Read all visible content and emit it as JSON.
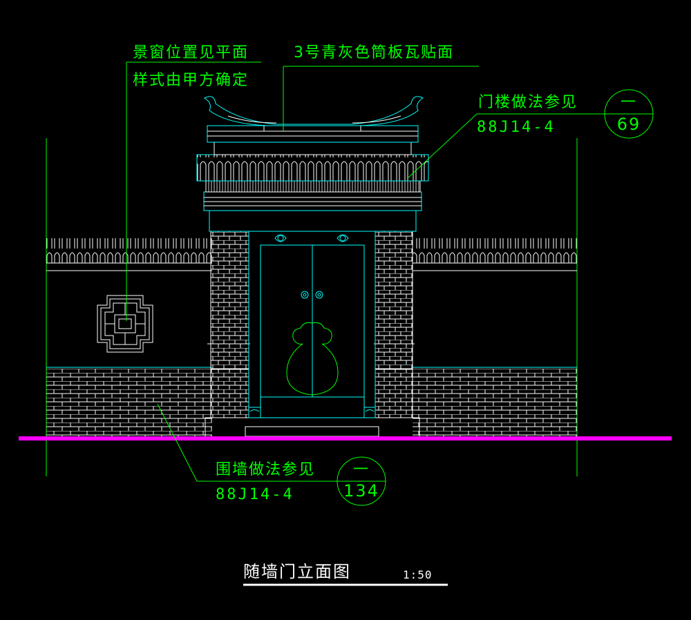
{
  "labels": {
    "window_note_1": "景窗位置见平面",
    "window_note_2": "样式由甲方确定",
    "tile_note": "3号青灰色筒板瓦贴面",
    "gate_note": "门楼做法参见",
    "gate_ref": "88J14-4",
    "gate_sheet_top": "一",
    "gate_sheet_bottom": "69",
    "wall_note": "围墙做法参见",
    "wall_ref": "88J14-4",
    "wall_sheet_top": "一",
    "wall_sheet_bottom": "134",
    "title": "随墙门立面图",
    "scale": "1:50"
  },
  "colors": {
    "background": "#000000",
    "cyan": "#00ffff",
    "white": "#ffffff",
    "green": "#00ff00",
    "magenta": "#ff00ff"
  }
}
